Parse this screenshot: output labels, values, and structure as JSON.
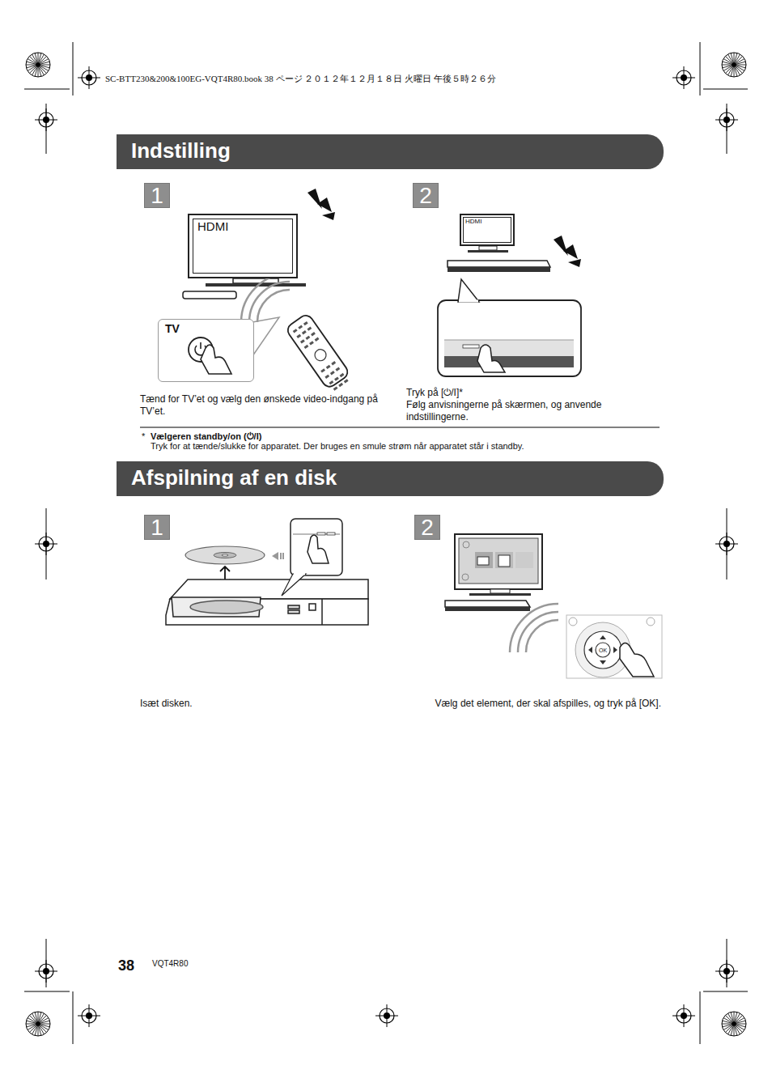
{
  "diagram": {
    "nodes": [
      {
        "text": [
          "Indstilling"
        ]
      },
      {
        "text": [
          "1"
        ]
      },
      {
        "text": [
          "HDMI"
        ]
      },
      {
        "text": [
          "TV"
        ]
      },
      {
        "text": [
          "2"
        ]
      },
      {
        "text": [
          "HDMI"
        ]
      },
      {
        "text": [
          "Afspilning af en disk"
        ]
      },
      {
        "text": [
          "1"
        ]
      },
      {
        "text": [
          "2"
        ]
      }
    ],
    "labels": [
      "SC-BTT230&200&100EG-VQT4R80.book  38 ページ  ２０１２年１２月１８日  火曜日  午後５時２６分",
      "Tænd for TV’et og vælg den ønskede video-indgang på TV’et.",
      "Tryk på [⏻/I]*",
      "Følg anvisningerne på skærmen, og anvende indstillingerne.",
      "*",
      "Vælgeren standby/on (⏻/I)",
      "Tryk for at tænde/slukke for apparatet. Der bruges en smule strøm når apparatet står i standby.",
      "Isæt disken.",
      "Vælg det element, der skal afspilles, og tryk på [OK].",
      "OK",
      "38",
      "VQT4R80"
    ]
  }
}
